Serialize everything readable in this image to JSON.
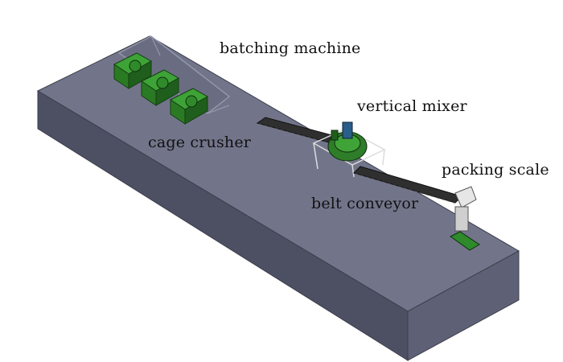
{
  "labels": {
    "batching_machine": "batching machine",
    "vertical_mixer": "vertical mixer",
    "cage_crusher": "cage crusher",
    "packing_scale": "packing scale",
    "belt_conveyor": "belt conveyor"
  },
  "colors": {
    "platform_top": "#72758a",
    "platform_front": "#5e6175",
    "platform_side": "#4d5063",
    "machine_green": "#2f8a2a",
    "machine_dark": "#1f5e1c",
    "conveyor": "#3a3a3a",
    "frame": "#d9d9d9"
  }
}
